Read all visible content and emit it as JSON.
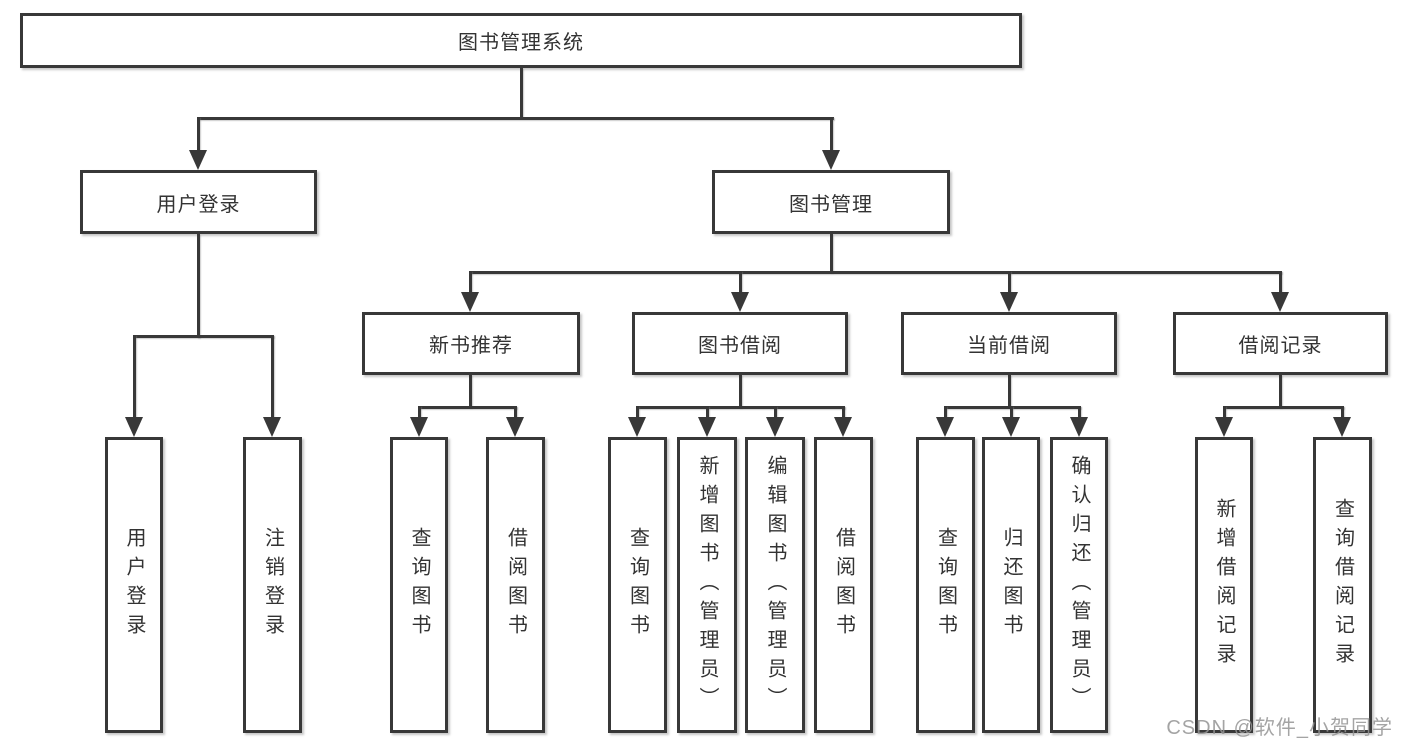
{
  "diagram_title": "图书管理系统",
  "colors": {
    "line": "#383838",
    "text": "#333333",
    "background": "#ffffff",
    "watermark": "#949494"
  },
  "nodes": {
    "root": {
      "label": "图书管理系统"
    },
    "user_login": {
      "label": "用户登录"
    },
    "book_mgmt": {
      "label": "图书管理"
    },
    "new_book_rec": {
      "label": "新书推荐"
    },
    "book_borrow": {
      "label": "图书借阅"
    },
    "current_borrow": {
      "label": "当前借阅"
    },
    "borrow_record": {
      "label": "借阅记录"
    },
    "leaf_user_login": {
      "label": "用户登录"
    },
    "leaf_logout": {
      "label": "注销登录"
    },
    "leaf_rec_query_book": {
      "label": "查询图书"
    },
    "leaf_rec_borrow_book": {
      "label": "借阅图书"
    },
    "leaf_bb_query_book": {
      "label": "查询图书"
    },
    "leaf_bb_add_book": {
      "label": "新增图书（管理员）"
    },
    "leaf_bb_edit_book": {
      "label": "编辑图书（管理员）"
    },
    "leaf_bb_borrow_book": {
      "label": "借阅图书"
    },
    "leaf_cb_query_book": {
      "label": "查询图书"
    },
    "leaf_cb_return_book": {
      "label": "归还图书"
    },
    "leaf_cb_confirm_return": {
      "label": "确认归还（管理员）"
    },
    "leaf_br_add_record": {
      "label": "新增借阅记录"
    },
    "leaf_br_query_record": {
      "label": "查询借阅记录"
    }
  },
  "watermark": {
    "text": "CSDN @软件_小贺同学"
  }
}
